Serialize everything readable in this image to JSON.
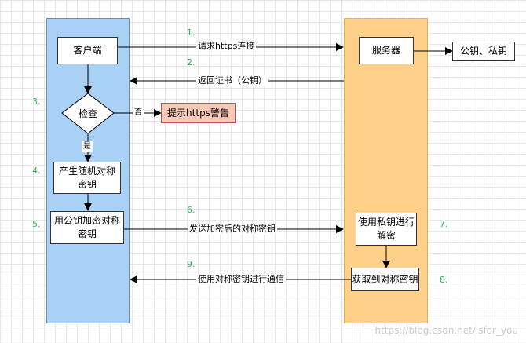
{
  "nodes": {
    "client": "客户端",
    "server": "服务器",
    "keys": "公钥、私钥",
    "check": "检查",
    "warn": "提示https警告",
    "gen": [
      "产生随机对称",
      "密钥"
    ],
    "encrypt": [
      "用公钥加密对称",
      "密钥"
    ],
    "decrypt": [
      "使用私钥进行",
      "解密"
    ],
    "obtain": "获取到对称密钥"
  },
  "edges": {
    "e1": "请求https连接",
    "e2": "返回证书（公钥）",
    "e_no": "否",
    "e_yes": "是",
    "e6": "发送加密后的对称密钥",
    "e9": "使用对称密钥进行通信"
  },
  "steps": {
    "s1": "1.",
    "s2": "2.",
    "s3": "3.",
    "s4": "4.",
    "s5": "5.",
    "s6": "6.",
    "s7": "7.",
    "s8": "8.",
    "s9": "9."
  },
  "watermark": "https://blog.csdn.net/isfor_you"
}
